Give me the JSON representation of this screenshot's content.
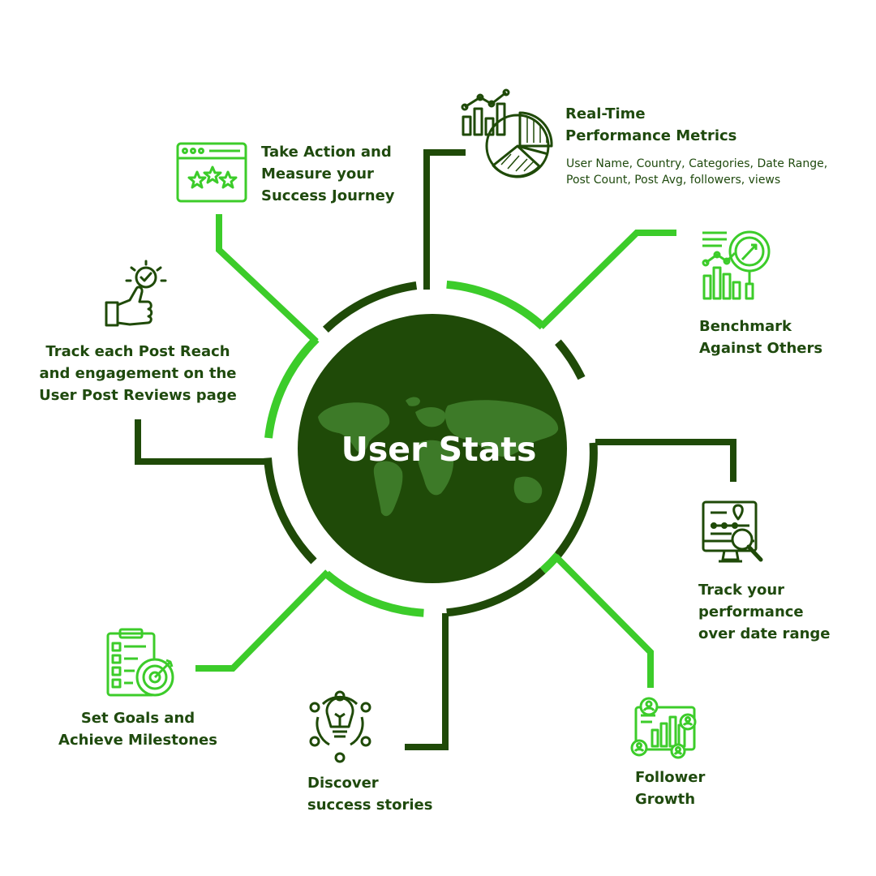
{
  "center": {
    "title": "User Stats"
  },
  "features": {
    "realtime": {
      "title": "Real-Time\nPerformance Metrics",
      "detail": "User Name, Country, Categories, Date Range,\nPost Count, Post Avg, followers, views",
      "icon": "chart-pie-icon"
    },
    "take_action": {
      "title": "Take Action and\nMeasure your\nSuccess Journey",
      "icon": "browser-stars-icon"
    },
    "benchmark": {
      "title": "Benchmark\nAgainst Others",
      "icon": "analytics-magnifier-icon"
    },
    "track_post": {
      "title": "Track each Post Reach\nand engagement on the\nUser Post Reviews page",
      "icon": "thumbs-up-check-icon"
    },
    "date_range": {
      "title": "Track your\nperformance\nover date range",
      "icon": "monitor-search-icon"
    },
    "follower_growth": {
      "title": "Follower\nGrowth",
      "icon": "follower-chart-icon"
    },
    "success_stories": {
      "title": "Discover\nsuccess stories",
      "icon": "lightbulb-network-icon"
    },
    "goals": {
      "title": "Set Goals and\nAchieve Milestones",
      "icon": "clipboard-target-icon"
    }
  },
  "colors": {
    "dark_green": "#1f4a08",
    "light_green": "#3ccc2a",
    "text": "#1f4a0e",
    "globe_land": "#3d7a28"
  }
}
